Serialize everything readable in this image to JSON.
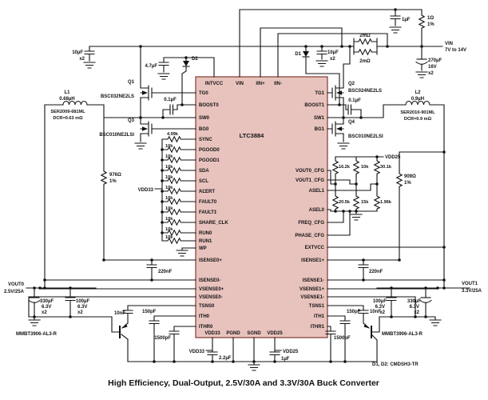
{
  "title": "High Efficiency, Dual-Output, 2.5V/30A and 3.3V/30A Buck Converter",
  "note": "D1, D2: CMDSH3-TR",
  "colors": {
    "background": "#ffffff",
    "wire": "#111111",
    "ic_fill": "#e8c3be",
    "ic_border": "#8a453e"
  },
  "ic": {
    "name": "LTC3884",
    "top_pins": [
      "INTVCC",
      "VIN",
      "IIN+",
      "IIN-"
    ],
    "left_pins": [
      "TG0",
      "BOOST0",
      "SW0",
      "BG0",
      "SYNC",
      "PGOOD0",
      "PGOOD1",
      "SDA",
      "SCL",
      "ALERT",
      "FAULT0",
      "FAULT1",
      "SHARE_CLK",
      "RUN0",
      "RUN1",
      "WP",
      "ISENSE0+",
      "ISENSE0-",
      "VSENSE0+",
      "VSENSE0-",
      "TSNS0",
      "ITH0",
      "ITHR0"
    ],
    "right_pins": [
      "TG1",
      "BOOST1",
      "SW1",
      "BG1",
      "VOUT0_CFG",
      "VOUT1_CFG",
      "ASEL1",
      "ASEL0",
      "FREQ_CFG",
      "PHASE_CFG",
      "EXTVCC",
      "ISENSE1+",
      "ISENSE1-",
      "VSENSE1+",
      "VSENSE1-",
      "TSNS1",
      "ITH1",
      "ITHR1"
    ],
    "bottom_pins": [
      "VDD33",
      "PGND",
      "SGND",
      "VDD25"
    ]
  },
  "labels": {
    "c1u": "1µF",
    "r1ohm": "1Ω",
    "pct1": "1%",
    "vin_name": "VIN",
    "vin_range": "7V to 14V",
    "c270": "270µF",
    "v16": "16V",
    "x2": "x2",
    "r2m": "2mΩ",
    "c10uf": "10µF",
    "d1": "D1",
    "d2": "D2",
    "c47": "4.7µF",
    "q1": "Q1",
    "q1_part": "BSC032NE2LS",
    "q2": "Q2",
    "q2_part": "BSC024NE2LS",
    "q3": "Q3",
    "q3_part": "BSC010NE2LSI",
    "q4": "Q4",
    "q4_part": "BSC010NE2LSI",
    "c01": "0.1µF",
    "l1": "L1",
    "l1_val": "0.68µH",
    "l1_part": "SER2009-681ML",
    "l1_dcr": "DCR=0.63 mΩ",
    "l2": "L2",
    "l2_val": "0.9µH",
    "l2_part": "SER2010-901ML",
    "l2_dcr": "DCR=0.9 mΩ",
    "r976": "976Ω",
    "r909": "909Ω",
    "r4990": "4.99k",
    "r10k": "10k",
    "vdd33": "VDD33",
    "vdd25": "VDD25",
    "c22": "2.2µF",
    "c220": "220nF",
    "c10n": "10nF",
    "c150": "150pF",
    "c1500": "1500pF",
    "vout0": "VOUT0",
    "vout0_spec": "2.5V/25A",
    "vout1": "VOUT1",
    "vout1_spec": "3.3V/25A",
    "c330": "330µF",
    "c100": "100µF",
    "v63": "6.3V",
    "mmbt": "MMBT3906-AL3-R",
    "cfg_r1_top": "16.2k",
    "cfg_r2_top": "10k",
    "cfg_r3_top": "30.1k",
    "cfg_r1_bot": "20.5k",
    "cfg_r2_bot": "15k",
    "cfg_r3_bot": "1.96k"
  }
}
